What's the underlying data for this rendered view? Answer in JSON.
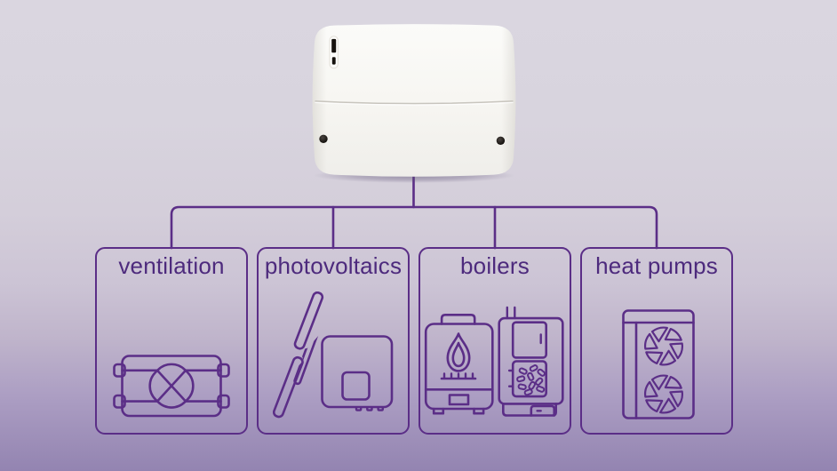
{
  "diagram": {
    "description": "white heating controller device connected to four system categories",
    "nodes": [
      {
        "label": "ventilation",
        "icon": "heat-recovery-ventilation-icon"
      },
      {
        "label": "photovoltaics",
        "icon": "solar-panel-inverter-icon"
      },
      {
        "label": "boilers",
        "icon": "gas-and-pellet-boiler-icon"
      },
      {
        "label": "heat pumps",
        "icon": "heat-pump-outdoor-unit-icon"
      }
    ]
  },
  "colors": {
    "line": "#5b2e87",
    "label": "#4d2a7d",
    "bg-top": "#dad6e0",
    "bg-bottom": "#9384b1",
    "device-body": "#f8f6f2",
    "device-detail-dark": "#1c1712"
  }
}
